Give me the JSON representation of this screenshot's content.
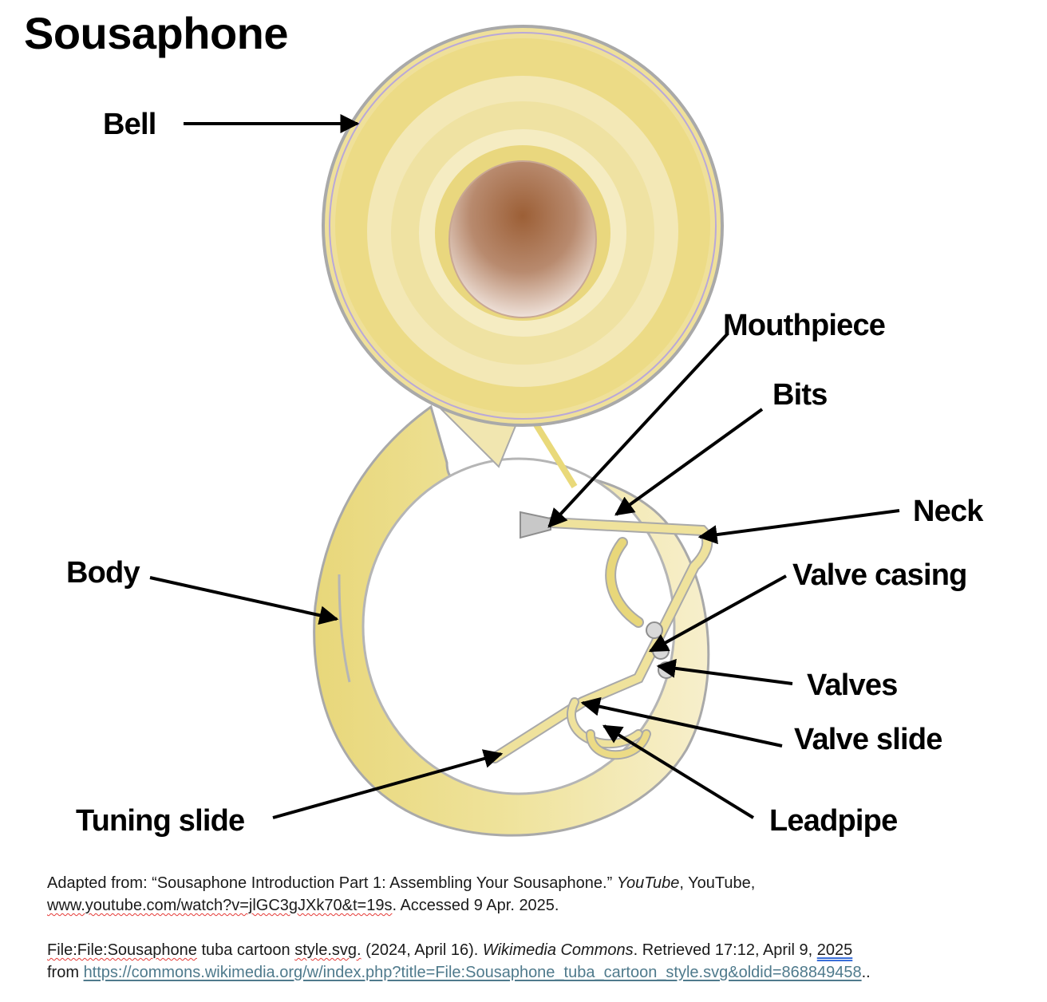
{
  "title": "Sousaphone",
  "labels": {
    "bell": "Bell",
    "mouthpiece": "Mouthpiece",
    "bits": "Bits",
    "neck": "Neck",
    "body": "Body",
    "valve_casing": "Valve casing",
    "valves": "Valves",
    "valve_slide": "Valve slide",
    "tuning_slide": "Tuning slide",
    "leadpipe": "Leadpipe"
  },
  "references": {
    "ref1": {
      "prefix": "Adapted from: “Sousaphone Introduction Part 1: Assembling Your Sousaphone.” ",
      "italic": "YouTube",
      "after_italic": ", YouTube, ",
      "url": "www.youtube.com/watch?v=jlGC3gJXk70&t=19s",
      "suffix": ". Accessed 9 Apr. 2025."
    },
    "ref2": {
      "file_part": "File:File:Sousaphone",
      "mid": " tuba cartoon ",
      "style_part": "style.svg.",
      "date": " (2024, April 16). ",
      "italic": "Wikimedia Commons",
      "retrieved": ". Retrieved 17:12, April 9, ",
      "year": "2025",
      "from": "from ",
      "link": "https://commons.wikimedia.org/w/index.php?title=File:Sousaphone_tuba_cartoon_style.svg&oldid=868849458",
      "end": ".."
    }
  },
  "colors": {
    "brass_light": "#f3e9b4",
    "brass_mid": "#e9d97a",
    "brass_dark": "#c9b86a",
    "bore": "#a0633c",
    "outline": "#a9a9a9",
    "rim_lilac": "#b9a8d8",
    "link": "#4f7a8c"
  }
}
